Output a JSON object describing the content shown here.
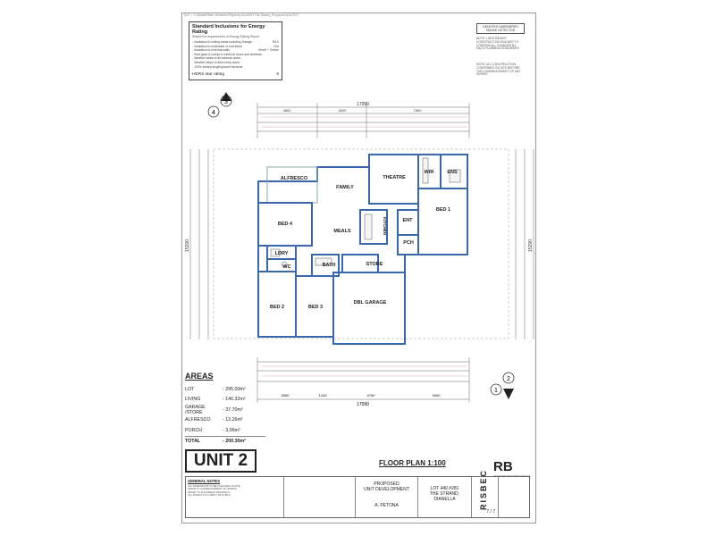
{
  "file_path": "ELE > 2 (Model/Plate 2/Exterior/Paper/a) A4 MOD The Strand_Proposal #1b4.RVT",
  "energy": {
    "title": "Standard Inclusions for Energy Rating",
    "subtitle": "Subject to requirements of Energy Rating Report",
    "items": [
      {
        "label": "- Insulation to ceiling areas including Garage",
        "value": "R4.0"
      },
      {
        "label": "- Insulation to underside of roof sheet",
        "value": "N/A"
      },
      {
        "label": "- Insulation to external walls",
        "value": "rfl/refl + Timber"
      },
      {
        "label": "- Seal gaps & cracks to external doors and windows",
        "value": ""
      },
      {
        "label": "- Weather seals to all external doors",
        "value": ""
      },
      {
        "label": "- Weather strips to third entry doors",
        "value": ""
      },
      {
        "label": "- 100% sealed single glazed windows",
        "value": ""
      }
    ],
    "hers_label": "HERS star rating",
    "hers_value": "6"
  },
  "smoke_detector": "DENOTES HARDWIRED SMOKE DETECTOR",
  "note1": "NOTE: LIGHTWEIGHT CONSTRUCTION BUILDER TO CONFIRM ALL CHANGES BY EACH PLUMBING ENGINEERS",
  "note2": "NOTE: ALL CONSTRUCTION CONFIRMED ON SITE BEFORE THE COMMENCEMENT OF ANY WORKS",
  "dims": {
    "top_overall": "17090",
    "top_a": "4800",
    "top_b": "4000",
    "top_c": "7860",
    "bottom_overall": "17090",
    "bottom_a": "3000",
    "bottom_b": "1410",
    "bottom_c": "4700",
    "bottom_d": "3400",
    "left_overall": "15290",
    "right_overall": "15290"
  },
  "rooms": {
    "alfresco": "ALFRESCO",
    "family": "FAMILY",
    "theatre": "THEATRE",
    "wir": "WIR",
    "ens": "ENS",
    "bed4": "BED 4",
    "meals": "MEALS",
    "kitchen": "KITCHEN",
    "ent": "ENT",
    "bed1": "BED 1",
    "ldry": "LDRY",
    "wc": "WC",
    "bath": "BATH",
    "store": "STORE",
    "pch": "PCH",
    "bed2": "BED 2",
    "bed3": "BED 3",
    "dbl_garage": "DBL GARAGE"
  },
  "compass": {
    "a": "4",
    "b": "3",
    "c": "1",
    "d": "2"
  },
  "areas": {
    "heading": "AREAS",
    "rows": [
      {
        "label": "LOT",
        "value": "- 295.00m²"
      },
      {
        "label": "LIVING",
        "value": "- 146.32m²"
      },
      {
        "label": "GARAGE /STORE",
        "value": "- 37.70m²"
      },
      {
        "label": "ALFRESCO",
        "value": "- 13.26m²"
      },
      {
        "label": "PORCH",
        "value": "- 3.06m²"
      }
    ],
    "total_label": "TOTAL",
    "total_value": "- 200.30m²"
  },
  "unit": "UNIT 2",
  "floor_plan": "FLOOR PLAN 1:100",
  "title_block": {
    "general_notes": "GENERAL NOTES",
    "notes": [
      "ALL DIMENSIONS TO BE CHECKED ON SITE",
      "PRIOR TO COMMENCEMENT OF WORKS",
      "REFER TO ENGINEERS DRAWINGS",
      "ALL WORKS TO COMPLY WITH BCA"
    ],
    "project_line1": "PROPOSED",
    "project_line2": "UNIT DEVELOPMENT",
    "client": "A. PETONA",
    "lot_line1": "LOT 440 #281",
    "lot_line2": "THE STRAND,",
    "lot_line3": "DIANELLA",
    "sheet": "7 / 7"
  },
  "risbec": "RISBEC",
  "rb_logo": "RB",
  "rb_sub": "DESIGNING BUILDING SPACES"
}
